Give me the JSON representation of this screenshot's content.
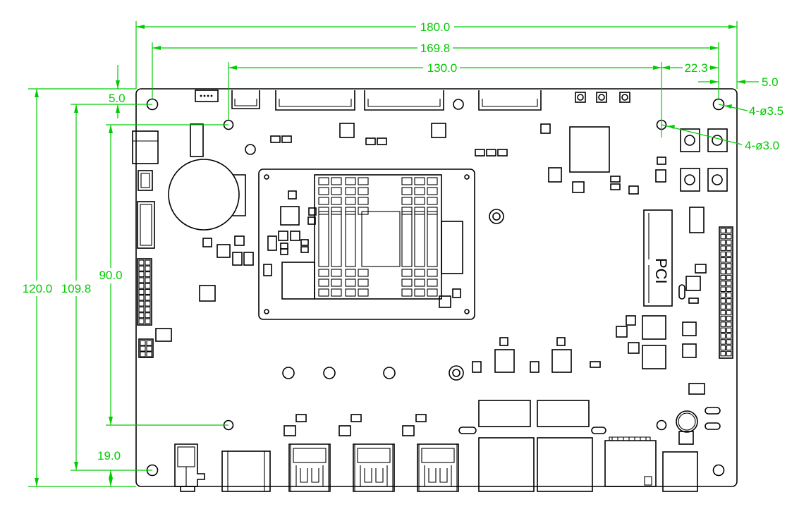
{
  "dimensions": {
    "overall_width": "180.0",
    "hole_span_width": "169.8",
    "mid_span_width": "130.0",
    "right_offset": "22.3",
    "edge_offset_right": "5.0",
    "edge_offset_top": "5.0",
    "overall_height": "120.0",
    "hole_span_height": "109.8",
    "mid_span_height": "90.0",
    "bottom_offset": "19.0"
  },
  "callouts": {
    "large_holes": "4-ø3.5",
    "small_holes": "4-ø3.0"
  },
  "labels": {
    "pci_slot": "PCI"
  },
  "colors": {
    "dimension": "#00cc00",
    "outline": "#000000",
    "background": "#ffffff"
  }
}
